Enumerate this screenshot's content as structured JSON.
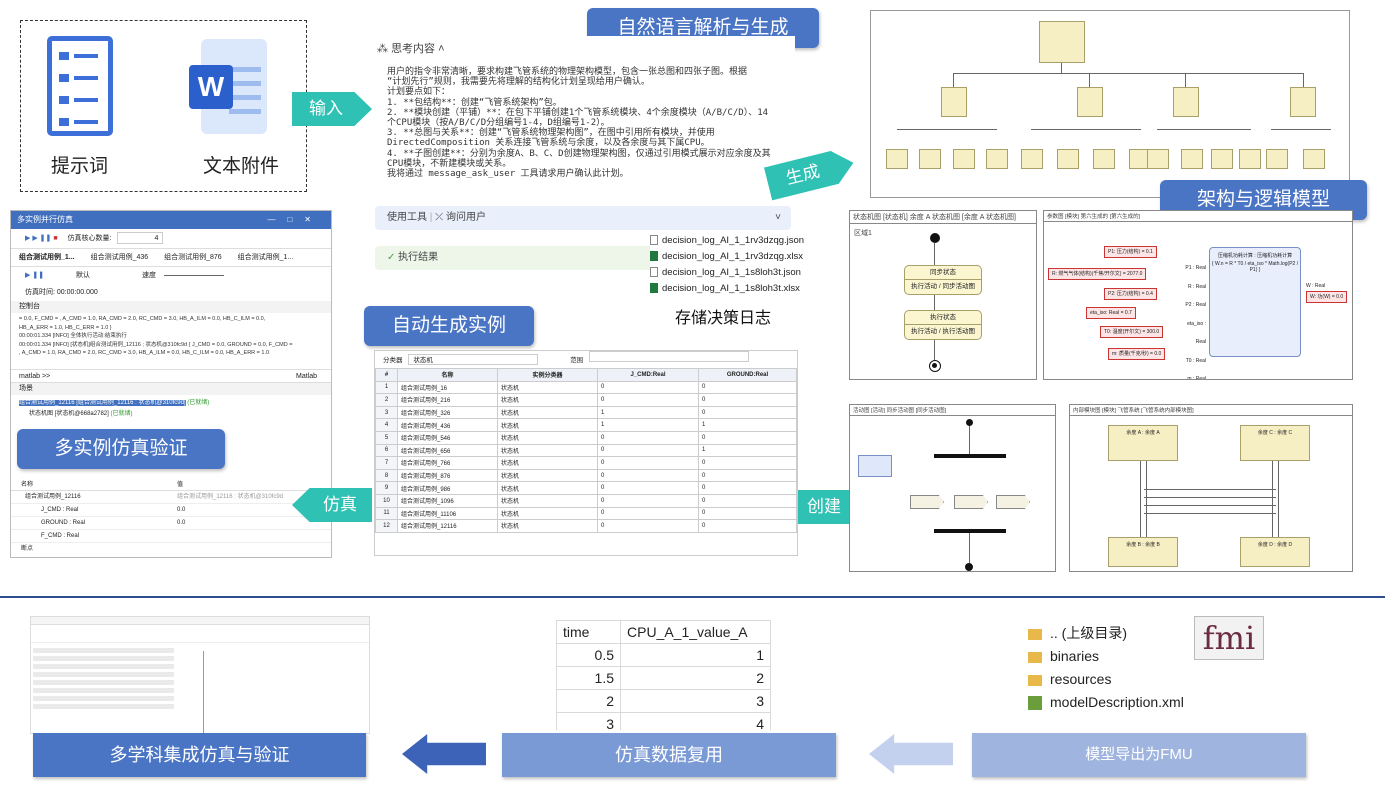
{
  "colors": {
    "accent_blue": "#4a74c4",
    "teal_arrow": "#2fc1b3",
    "light_blue": "#9fb5e0"
  },
  "input_panel": {
    "prompt_label": "提示词",
    "attachment_label": "文本附件",
    "word_letter": "W"
  },
  "arrows": {
    "input": "输入",
    "generate": "生成",
    "create": "创建",
    "simulate": "仿真"
  },
  "titles": {
    "nlp": "自然语言解析与生成",
    "arch": "架构与逻辑模型",
    "auto_instance": "自动生成实例",
    "multi_sim": "多实例仿真验证",
    "decision_log": "存储决策日志"
  },
  "thinking": {
    "header": "思考内容",
    "lines": [
      "用户的指令非常清晰，要求构建飞管系统的物理架构模型，包含一张总图和四张子图。根据",
      "“计划先行”规则，我需要先将理解的结构化计划呈现给用户确认。",
      "计划要点如下：",
      "1. **包结构**：创建“飞管系统架构”包。",
      "2. **模块创建（平铺）**：在包下平铺创建1个飞管系统模块、4个余度模块（A/B/C/D）、14",
      "个CPU模块（按A/B/C/D分组编号1-4，D组编号1-2）。",
      "3. **总图与关系**：创建“飞管系统物理架构图”，在图中引用所有模块，并使用",
      "DirectedComposition 关系连接飞管系统与余度，以及各余度与其下属CPU。",
      "4. **子图创建**：分别为余度A、B、C、D创建物理架构图，仅通过引用模式展示对应余度及其",
      "CPU模块，不新建模块或关系。",
      "我将通过 message_ask_user 工具请求用户确认此计划。"
    ],
    "tools_label": "使用工具",
    "ask_user_label": "询问用户",
    "result_label": "执行结果"
  },
  "files": [
    "decision_log_AI_1_1rv3dzqg.json",
    "decision_log_AI_1_1rv3dzqg.xlsx",
    "decision_log_AI_1_1s8loh3t.json",
    "decision_log_AI_1_1s8loh3t.xlsx"
  ],
  "sim_window": {
    "title": "多实例并行仿真",
    "core_label": "仿真核心数量:",
    "core_value": "4",
    "tabs": [
      "组合测试用例_1...",
      "组合测试用例_436",
      "组合测试用例_876",
      "组合测试用例_1..."
    ],
    "default_label": "默认",
    "speed_label": "速度",
    "sim_time": "仿真时间: 00:00:00.000",
    "console_label": "控制台",
    "console_lines": [
      "= 0.0, F_CMD = , A_CMD = 1.0, RA_CMD = 2.0, RC_CMD = 3.0, HB_A_ILM = 0.0, HB_C_ILM = 0.0,",
      "HB_A_ERR = 1.0, HB_C_ERR = 1.0 }",
      "00:00:01.334  [INFO] 全体执行活动:结束执行",
      "00:00:01.334  [INFO] [状态机]组合测试用例_12116 ; 状态机@310fc9d { J_CMD = 0.0, GROUND = 0.0, F_CMD =",
      ", A_CMD = 1.0, RA_CMD = 2.0, RC_CMD = 3.0, HB_A_ILM = 0.0, HB_C_ILM = 0.0, HB_A_ERR = 1.0"
    ],
    "console_input": "matlab >>",
    "console_mode": "Matlab",
    "scene_label": "场景",
    "scene_line1": "组合测试用例_12116 [组合测试用例_12116 : 状态机@310fc9d]",
    "scene_status1": "(已就绪)",
    "scene_line2": "状态机图 [状态机@668a2782]",
    "scene_status2": "(已就绪)",
    "var_header_name": "名称",
    "var_header_value": "值",
    "var_root": "组合测试用例_12116",
    "var_root_value": "组合测试用例_12116 : 状态机@310fc9d",
    "vars": [
      {
        "name": "J_CMD : Real",
        "value": "0.0"
      },
      {
        "name": "GROUND : Real",
        "value": "0.0"
      },
      {
        "name": "F_CMD : Real",
        "value": ""
      }
    ],
    "breakpoint_label": "断点"
  },
  "instance_table": {
    "classifier_label": "分类器",
    "classifier_value": "状态机",
    "scope_label": "范围",
    "headers": [
      "#",
      "名称",
      "实例分类器",
      "J_CMD:Real",
      "GROUND:Real"
    ],
    "rows": [
      [
        "1",
        "组合测试用例_16",
        "状态机",
        "0",
        "0"
      ],
      [
        "2",
        "组合测试用例_216",
        "状态机",
        "0",
        "0"
      ],
      [
        "3",
        "组合测试用例_326",
        "状态机",
        "1",
        "0"
      ],
      [
        "4",
        "组合测试用例_436",
        "状态机",
        "1",
        "1"
      ],
      [
        "5",
        "组合测试用例_546",
        "状态机",
        "0",
        "0"
      ],
      [
        "6",
        "组合测试用例_656",
        "状态机",
        "0",
        "1"
      ],
      [
        "7",
        "组合测试用例_766",
        "状态机",
        "0",
        "0"
      ],
      [
        "8",
        "组合测试用例_876",
        "状态机",
        "0",
        "0"
      ],
      [
        "9",
        "组合测试用例_986",
        "状态机",
        "0",
        "0"
      ],
      [
        "10",
        "组合测试用例_1096",
        "状态机",
        "0",
        "0"
      ],
      [
        "11",
        "组合测试用例_11106",
        "状态机",
        "0",
        "0"
      ],
      [
        "12",
        "组合测试用例_12116",
        "状态机",
        "0",
        "0"
      ]
    ]
  },
  "state_machine": {
    "title": "状态机图 [状态机] 余度 A 状态机图 [余度 A 状态机图]",
    "region": "区域1",
    "states": [
      {
        "name": "同步状态",
        "activity": "执行活动 / 同步活动图"
      },
      {
        "name": "执行状态",
        "activity": "执行活动 / 执行活动图"
      }
    ]
  },
  "param_diagram": {
    "title": "参数图 [模块] 第六生成的 [第六生成的]",
    "inputs": [
      "P1: 压力(结构) = 0.1",
      "R: 燃气气体(结构)(千焦/开尔文) = 2077.0",
      "P2: 压力(结构) = 0.4",
      "eta_iso: Real = 0.7",
      "T0: 温度(开尔文) = 300.0",
      "m: 质量(千克/秒) = 0.0"
    ],
    "ports": [
      "P1 : Real",
      "R : Real",
      "P2 : Real",
      "eta_iso : Real",
      "T0 : Real",
      "m : Real"
    ],
    "constraint_title": "压缩机功耗计算 : 压缩机功耗计算",
    "constraint_formula": "{ W.n = R * T0 / eta_iso * Math.log(P2 / P1) }",
    "output_port": "W : Real",
    "output": "W: 功(W) = 0.0"
  },
  "activity_diagram": {
    "title": "活动图 [活动] 同步活动图 [同步活动图]"
  },
  "ibd_diagram": {
    "title": "内部模块图 [模块] 飞管系统 [飞管系统内部模块图]",
    "top_blocks": [
      "余度 A : 余度 A",
      "余度 C : 余度 C"
    ],
    "bottom_blocks": [
      "余度 B : 余度 B",
      "余度 D : 余度 D"
    ]
  },
  "bottom": {
    "flow_left": "多学科集成仿真与验证",
    "flow_mid": "仿真数据复用",
    "flow_right": "模型导出为FMU",
    "excel_headers": [
      "time",
      "CPU_A_1_value_A"
    ],
    "excel_rows": [
      [
        "0.5",
        "1"
      ],
      [
        "1.5",
        "2"
      ],
      [
        "2",
        "3"
      ],
      [
        "3",
        "4"
      ]
    ],
    "fmu_items": [
      ".. (上级目录)",
      "binaries",
      "resources",
      "modelDescription.xml"
    ],
    "fmi_logo": "fmi"
  }
}
